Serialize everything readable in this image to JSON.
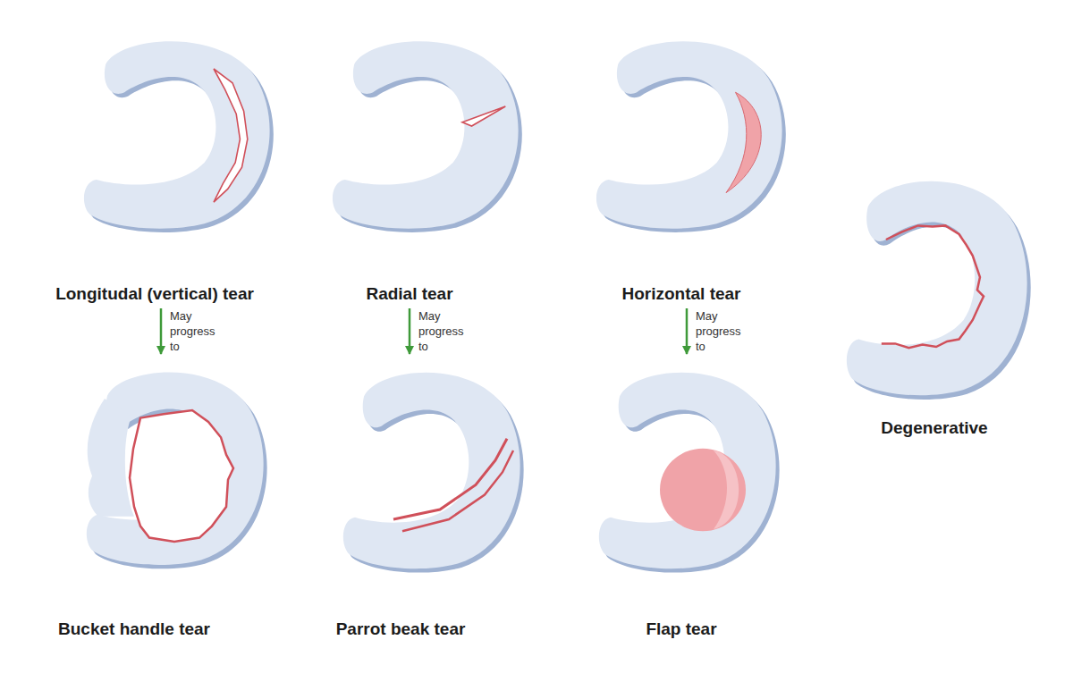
{
  "diagram": {
    "nodes": [
      {
        "text": [
          "Longitudal (vertical) tear"
        ]
      },
      {
        "text": [
          "Radial tear"
        ]
      },
      {
        "text": [
          "Horizontal tear"
        ]
      },
      {
        "text": [
          "Degenerative"
        ]
      },
      {
        "text": [
          "Bucket handle tear"
        ]
      },
      {
        "text": [
          "Parrot beak tear"
        ]
      },
      {
        "text": [
          "Flap tear"
        ]
      }
    ],
    "edges": [
      {
        "from": 0,
        "to": 4,
        "arrow": "to",
        "label": "May progress to"
      },
      {
        "from": 1,
        "to": 5,
        "arrow": "to",
        "label": "May progress to"
      },
      {
        "from": 2,
        "to": 6,
        "arrow": "to",
        "label": "May progress to"
      }
    ]
  }
}
